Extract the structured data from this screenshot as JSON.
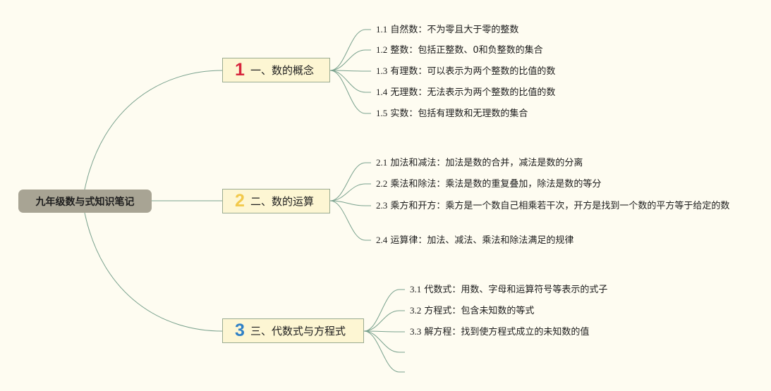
{
  "root": {
    "label": "九年级数与式知识笔记"
  },
  "branches": [
    {
      "number": "1",
      "label": "一、数的概念",
      "color": "#d7263d",
      "leaves": [
        {
          "num": "1.1",
          "text": "自然数：不为零且大于零的整数"
        },
        {
          "num": "1.2",
          "text": "整数：包括正整数、0和负整数的集合"
        },
        {
          "num": "1.3",
          "text": "有理数：可以表示为两个整数的比值的数"
        },
        {
          "num": "1.4",
          "text": "无理数：无法表示为两个整数的比值的数"
        },
        {
          "num": "1.5",
          "text": "实数：包括有理数和无理数的集合"
        }
      ]
    },
    {
      "number": "2",
      "label": "二、数的运算",
      "color": "#f2c94c",
      "leaves": [
        {
          "num": "2.1",
          "text": "加法和减法：加法是数的合并，减法是数的分离"
        },
        {
          "num": "2.2",
          "text": "乘法和除法：乘法是数的重复叠加，除法是数的等分"
        },
        {
          "num": "2.3",
          "text": "乘方和开方：乘方是一个数自己相乘若干次，开方是找到一个数的平方等于给定的数"
        },
        {
          "num": "2.4",
          "text": "运算律：加法、减法、乘法和除法满足的规律"
        }
      ]
    },
    {
      "number": "3",
      "label": "三、代数式与方程式",
      "color": "#2f80c6",
      "leaves": [
        {
          "num": "3.1",
          "text": "代数式：用数、字母和运算符号等表示的式子"
        },
        {
          "num": "3.2",
          "text": "方程式：包含未知数的等式"
        },
        {
          "num": "3.3",
          "text": "解方程：找到使方程式成立的未知数的值"
        },
        {
          "num": "",
          "text": ""
        },
        {
          "num": "",
          "text": ""
        }
      ]
    }
  ],
  "colors": {
    "background": "#fefcf1",
    "connector": "#7aa28e",
    "root_fill": "#a8a494",
    "branch_fill": "#fdf6d3",
    "branch_border": "#9aab91"
  }
}
